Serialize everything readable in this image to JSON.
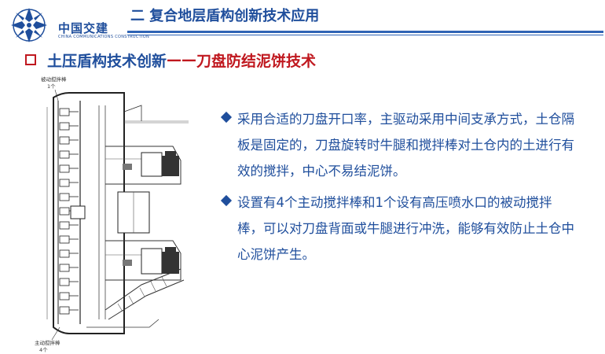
{
  "header": {
    "logo_text": "中国交建",
    "logo_subtext": "CHINA COMMUNICATIONS CONSTRUCTION",
    "title": "二  复合地层盾构创新技术应用"
  },
  "section": {
    "title_main": "土压盾构技术创新",
    "title_sep": "——",
    "title_sub": "刀盘防结泥饼技术"
  },
  "figure": {
    "label_top_line1": "被动搅拌棒",
    "label_top_line2": "1个",
    "label_bottom_line1": "主动搅拌棒",
    "label_bottom_line2": "4个"
  },
  "bullets": [
    "采用合适的刀盘开口率，主驱动采用中间支承方式，土仓隔板是固定的，刀盘旋转时牛腿和搅拌棒对土仓内的土进行有效的搅拌，中心不易结泥饼。",
    "设置有4个主动搅拌棒和1个设有高压喷水口的被动搅拌棒，可以对刀盘背面或牛腿进行冲洗，能够有效防止土仓中心泥饼产生。"
  ],
  "colors": {
    "brand_blue": "#1f4e9c",
    "accent_red": "#c0181f"
  }
}
